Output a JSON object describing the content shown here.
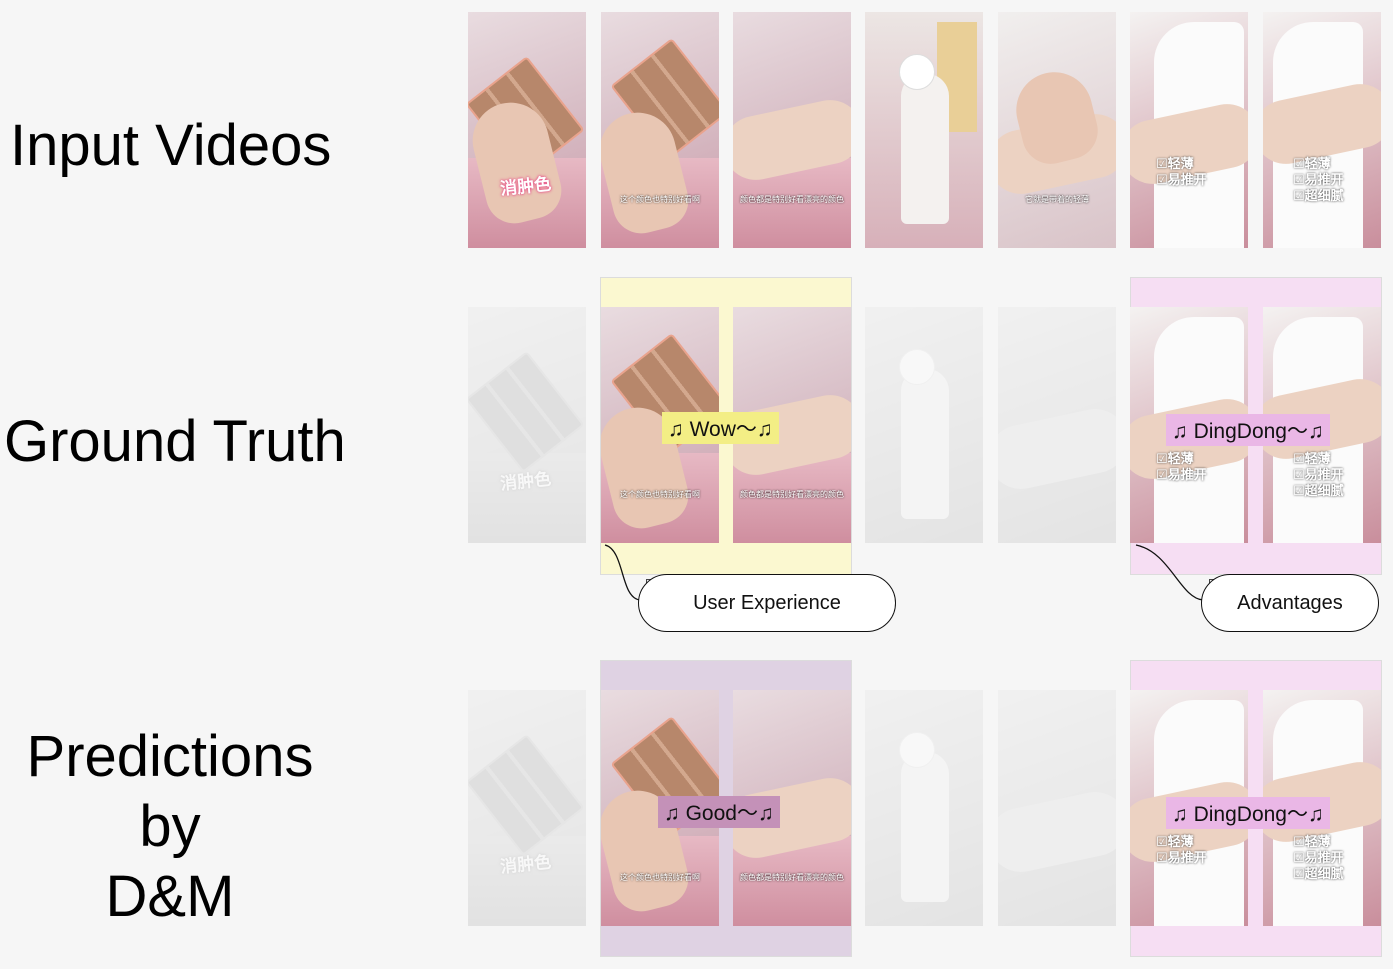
{
  "row_labels": {
    "input": "Input Videos",
    "ground_truth": "Ground Truth",
    "predictions_line1": "Predictions",
    "predictions_line2": "by",
    "predictions_line3": "D&M"
  },
  "frame_captions": {
    "pink_text": "消肿色",
    "caption_2": "这个颜色也特别好看啊",
    "caption_3": "颜色都是特别好看漂亮的颜色",
    "caption_5": "它就是带着的轻薄",
    "checks_6": [
      "☑轻薄",
      "☑易推开"
    ],
    "checks_7": [
      "☑轻薄",
      "☑易推开",
      "☑超细腻"
    ]
  },
  "ground_truth": {
    "segment_1": {
      "sound_label": "♫ Wow～♫",
      "category": "User Experience",
      "color": "#fbf8d0",
      "tag_color": "#f3ee85"
    },
    "segment_2": {
      "sound_label": "♫ DingDong～♫",
      "category": "Advantages",
      "color": "#f6def3",
      "tag_color": "#eab7e6"
    }
  },
  "predictions": {
    "segment_1": {
      "sound_label": "♫ Good～♫",
      "color": "#dfd2e3",
      "tag_color": "#c491b8"
    },
    "segment_2": {
      "sound_label": "♫ DingDong～♫",
      "color": "#f6def3",
      "tag_color": "#eab7e6"
    }
  },
  "icons": {
    "collapse": "collapse-icon",
    "speech": "music-note-icon"
  }
}
